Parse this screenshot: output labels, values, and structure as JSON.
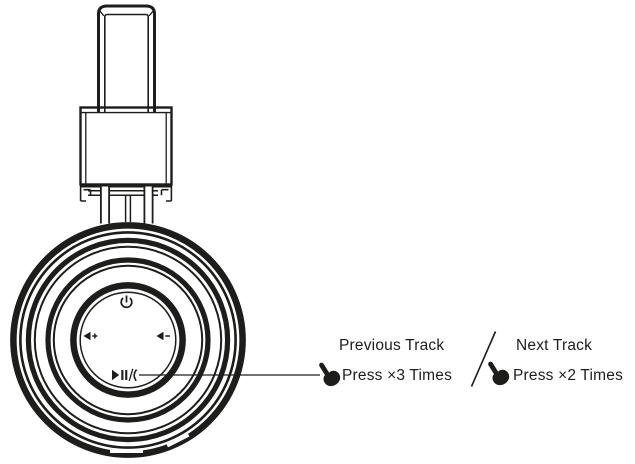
{
  "figure": {
    "subject": "headphone-earcup-controls-diagram",
    "colors": {
      "background": "#ffffff",
      "line": "#1d1d1b"
    },
    "icons": {
      "power": "power-icon",
      "volume_up": "volume-up-icon (left triangle with plus)",
      "volume_down": "volume-down-icon (left triangle with minus)",
      "multifunction": "play-pause-call-icon",
      "press_hand": "press-hand-icon"
    }
  },
  "annotations": {
    "previous": {
      "label": "Previous Track",
      "action": "Press ×3 Times"
    },
    "separator": "/",
    "next": {
      "label": "Next Track",
      "action": "Press ×2 Times"
    }
  }
}
